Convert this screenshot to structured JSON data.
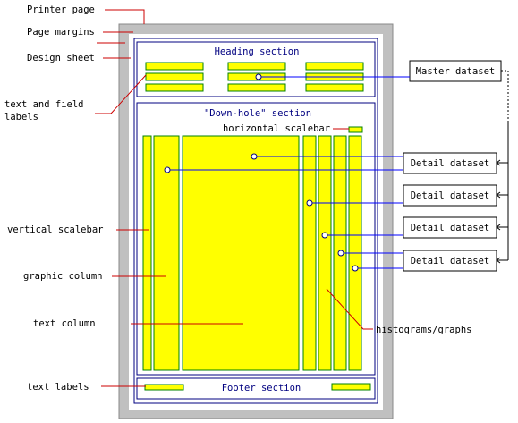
{
  "colors": {
    "page_bg": "#c0c0c0",
    "sheet": "#ffffff",
    "frame": "#000080",
    "section_title": "#000080",
    "yellow_fill": "#ffff00",
    "yellow_border": "#008000",
    "link_line": "#0000ff",
    "callout_line": "#cc0000",
    "text": "#000000"
  },
  "callouts": {
    "printer_page": "Printer page",
    "page_margins": "Page margins",
    "design_sheet": "Design sheet",
    "text_field_labels_1": "text and field",
    "text_field_labels_2": "labels",
    "vertical_scalebar": "vertical scalebar",
    "graphic_column": "graphic column",
    "text_column": "text column",
    "text_labels": "text labels",
    "histograms_graphs": "histograms/graphs"
  },
  "sections": {
    "heading": "Heading section",
    "downhole": "\"Down-hole\" section",
    "horizontal_scalebar": "horizontal scalebar",
    "footer": "Footer section"
  },
  "datasets": {
    "master": "Master dataset",
    "detail": [
      "Detail dataset",
      "Detail dataset",
      "Detail dataset",
      "Detail dataset"
    ]
  },
  "icons": [
    "link-node-icon"
  ]
}
